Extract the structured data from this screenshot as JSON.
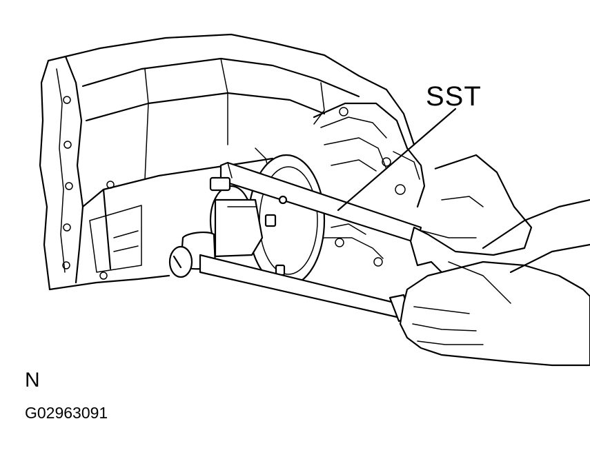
{
  "figure": {
    "callout_label": "SST",
    "view_letter": "N",
    "figure_code": "G02963091"
  }
}
